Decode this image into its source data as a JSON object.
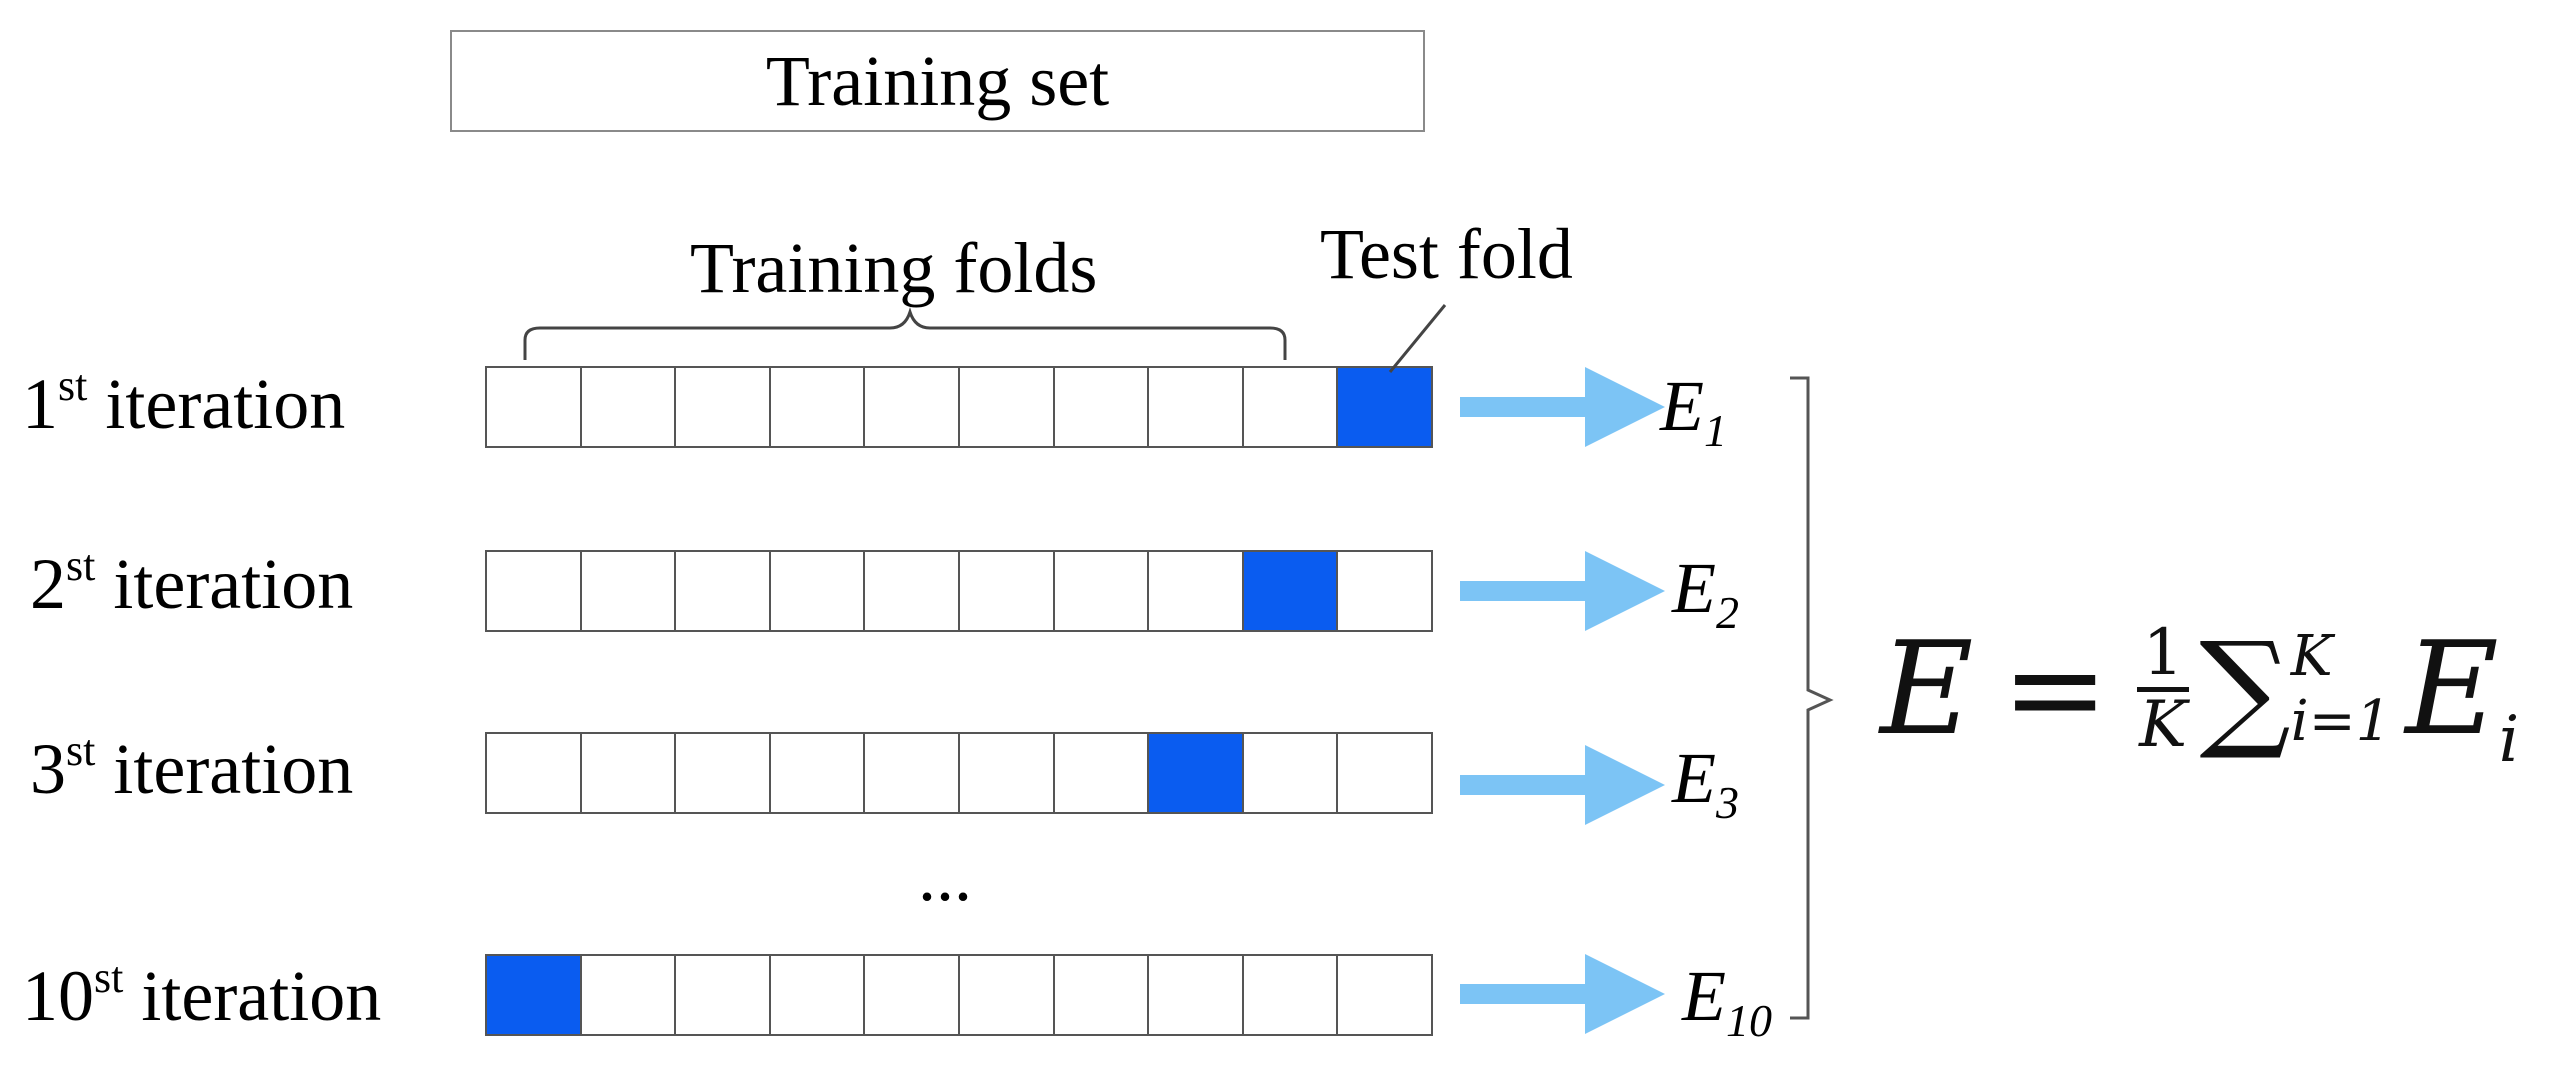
{
  "training_set": {
    "label": "Training set"
  },
  "training_folds_label": "Training folds",
  "test_fold_label": "Test fold",
  "folds_per_row": 10,
  "fold_colors": {
    "test": "#0a5cf0",
    "train": "#ffffff"
  },
  "arrow_color": "#7cc4f5",
  "iterations": [
    {
      "number": "1",
      "suffix": "st",
      "text": " iteration",
      "test_fold_index": 9,
      "error": "E",
      "error_sub": "1"
    },
    {
      "number": "2",
      "suffix": "st",
      "text": " iteration",
      "test_fold_index": 8,
      "error": "E",
      "error_sub": "2"
    },
    {
      "number": "3",
      "suffix": "st",
      "text": " iteration",
      "test_fold_index": 7,
      "error": "E",
      "error_sub": "3"
    },
    {
      "number": "10",
      "suffix": "st",
      "text": " iteration",
      "test_fold_index": 0,
      "error": "E",
      "error_sub": "10"
    }
  ],
  "ellipsis": "...",
  "formula": {
    "lhs": "E",
    "equals": "=",
    "frac_num": "1",
    "frac_den": "K",
    "sum_symbol": "∑",
    "sum_upper": "K",
    "sum_lower": "i=1",
    "term": "E",
    "term_sub": "i"
  }
}
